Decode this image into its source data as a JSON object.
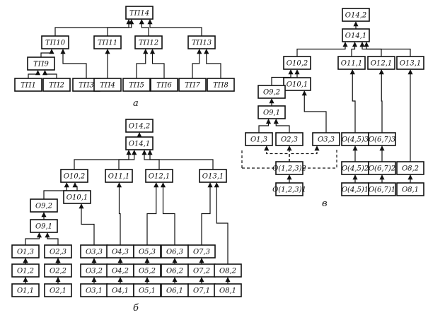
{
  "panels": [
    {
      "id": "a",
      "label": "а",
      "nodes": {
        "tp14": "ТП14",
        "tp10": "ТП10",
        "tp11": "ТП11",
        "tp12": "ТП12",
        "tp13": "ТП13",
        "tp9": "ТП9",
        "tp1": "ТП1",
        "tp2": "ТП2",
        "tp3": "ТП3",
        "tp4": "ТП4",
        "tp5": "ТП5",
        "tp6": "ТП6",
        "tp7": "ТП7",
        "tp8": "ТП8"
      }
    },
    {
      "id": "b",
      "label": "б",
      "nodes": {
        "o142": "O14,2",
        "o141": "O14,1",
        "o102": "O10,2",
        "o101": "O10,1",
        "o111": "O11,1",
        "o121": "O12,1",
        "o131": "O13,1",
        "o92": "O9,2",
        "o91": "O9,1",
        "o13": "O1,3",
        "o12": "O1,2",
        "o11": "O1,1",
        "o23": "O2,3",
        "o22": "O2,2",
        "o21": "O2,1",
        "o33": "O3,3",
        "o32": "O3,2",
        "o31": "O3,1",
        "o43": "O4,3",
        "o42": "O4,2",
        "o41": "O4,1",
        "o53": "O5,3",
        "o52": "O5,2",
        "o51": "O5,1",
        "o63": "O6,3",
        "o62": "O6,2",
        "o61": "O6,1",
        "o73": "O7,3",
        "o72": "O7,2",
        "o71": "O7,1",
        "o82": "O8,2",
        "o81": "O8,1"
      }
    },
    {
      "id": "c",
      "label": "в",
      "nodes": {
        "c142": "O14,2",
        "c141": "O14,1",
        "c102": "O10,2",
        "c101": "O10,1",
        "c111": "O11,1",
        "c121": "O12,1",
        "c131": "O13,1",
        "c92": "O9,2",
        "c91": "O9,1",
        "c13": "O1,3",
        "c23": "O2,3",
        "c33": "O3,3",
        "c1232": "O(1,2,3)2",
        "c1231": "O(1,2,3)1",
        "c453": "O(4,5)3",
        "c452": "O(4,5)2",
        "c451": "O(4,5)1",
        "c673": "O(6,7)3",
        "c672": "O(6,7)2",
        "c671": "O(6,7)1",
        "c82": "O8,2",
        "c81": "O8,1"
      }
    }
  ]
}
